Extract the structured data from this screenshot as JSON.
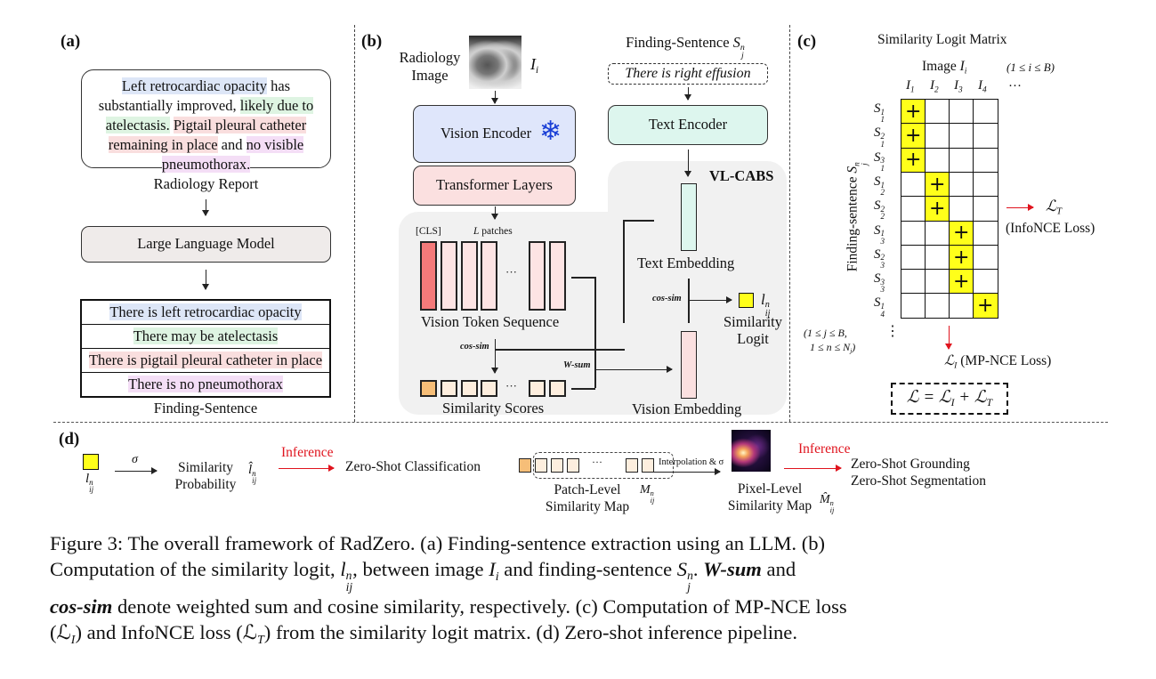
{
  "figure": {
    "number": "Figure 3",
    "panels": {
      "a": {
        "label": "(a)",
        "report_segments": [
          {
            "text": "Left retrocardiac opacity",
            "highlight": "blue"
          },
          {
            "text": " has substantially improved, ",
            "highlight": "none"
          },
          {
            "text": "likely due to atelectasis.",
            "highlight": "green"
          },
          {
            "text": " ",
            "highlight": "none"
          },
          {
            "text": "Pigtail pleural catheter remaining in place",
            "highlight": "red"
          },
          {
            "text": " and ",
            "highlight": "none"
          },
          {
            "text": "no visible pneumothorax.",
            "highlight": "purple"
          }
        ],
        "report_caption": "Radiology Report",
        "llm_label": "Large Language Model",
        "finding_sentences": [
          {
            "text": "There is left retrocardiac opacity",
            "highlight": "blue"
          },
          {
            "text": "There may be atelectasis",
            "highlight": "green"
          },
          {
            "text": "There is pigtail pleural catheter in place",
            "highlight": "red"
          },
          {
            "text": "There is no pneumothorax",
            "highlight": "purple"
          }
        ],
        "finding_caption": "Finding-Sentence"
      },
      "b": {
        "label": "(b)",
        "image_label_line1": "Radiology",
        "image_label_line2": "Image",
        "image_symbol": "I",
        "image_symbol_sub": "i",
        "finding_label": "Finding-Sentence",
        "finding_symbol": "S",
        "finding_symbol_sup": "n",
        "finding_symbol_sub": "j",
        "example_sentence": "There is right effusion",
        "vision_encoder": "Vision Encoder",
        "frozen_icon": "snowflake-icon",
        "transformer_layers": "Transformer Layers",
        "text_encoder": "Text Encoder",
        "module_name": "VL-CABS",
        "cls_label": "[CLS]",
        "patches_label_var": "L",
        "patches_label": "patches",
        "ellipsis": "···",
        "vision_token_sequence": "Vision Token Sequence",
        "cos_sim": "cos-sim",
        "w_sum": "W-sum",
        "similarity_scores": "Similarity Scores",
        "text_embedding": "Text Embedding",
        "vision_embedding": "Vision Embedding",
        "similarity_logit_line1": "Similarity",
        "similarity_logit_line2": "Logit",
        "logit_symbol": "l",
        "logit_sup": "n",
        "logit_sub": "ij"
      },
      "c": {
        "label": "(c)",
        "title": "Similarity Logit Matrix",
        "col_axis_label": "Image",
        "col_axis_symbol": "I",
        "col_axis_sub": "i",
        "col_range": "(1 ≤ i ≤ B)",
        "columns": [
          "1",
          "2",
          "3",
          "4"
        ],
        "col_ellipsis": "···",
        "row_axis_label": "Finding-sentence",
        "row_axis_symbol": "S",
        "row_axis_sup": "n",
        "row_axis_sub": "j",
        "rows": [
          {
            "sub": "1",
            "sup": "1",
            "positive_col": 0
          },
          {
            "sub": "1",
            "sup": "2",
            "positive_col": 0
          },
          {
            "sub": "1",
            "sup": "3",
            "positive_col": 0
          },
          {
            "sub": "2",
            "sup": "1",
            "positive_col": 1
          },
          {
            "sub": "2",
            "sup": "2",
            "positive_col": 1
          },
          {
            "sub": "3",
            "sup": "1",
            "positive_col": 2
          },
          {
            "sub": "3",
            "sup": "2",
            "positive_col": 2
          },
          {
            "sub": "3",
            "sup": "3",
            "positive_col": 2
          },
          {
            "sub": "4",
            "sup": "1",
            "positive_col": 3
          }
        ],
        "positive_mark": "+",
        "row_range_line1": "(1 ≤ j ≤ B,",
        "row_range_line2": "1 ≤ n ≤ N",
        "row_range_line2_sub": "j",
        "row_range_line2_end": ")",
        "row_ellipsis": "⋮",
        "loss_t_symbol": "ℒ",
        "loss_t_sub": "T",
        "loss_t_name": "(InfoNCE Loss)",
        "loss_i_symbol": "ℒ",
        "loss_i_sub": "I",
        "loss_i_name": "(MP-NCE Loss)",
        "total_loss": "ℒ = ℒ",
        "total_loss_sub1": "I",
        "total_loss_plus": " + ℒ",
        "total_loss_sub2": "T"
      },
      "d": {
        "label": "(d)",
        "logit_symbol": "l",
        "logit_sup": "n",
        "logit_sub": "ij",
        "sigma": "σ",
        "prob_line1": "Similarity",
        "prob_line2": "Probability",
        "prob_symbol": "l̂",
        "prob_sup": "n",
        "prob_sub": "ij",
        "inference": "Inference",
        "zero_shot_classification": "Zero-Shot Classification",
        "patch_map_ellipsis": "···",
        "patch_map_line1": "Patch-Level",
        "patch_map_line2": "Similarity Map",
        "patch_map_symbol": "M",
        "patch_map_sup": "n",
        "patch_map_sub": "ij",
        "interp_label": "Interpolation & σ",
        "pixel_map_line1": "Pixel-Level",
        "pixel_map_line2": "Similarity Map",
        "pixel_map_symbol": "M̂",
        "pixel_map_sup": "n",
        "pixel_map_sub": "ij",
        "inference2": "Inference",
        "zero_shot_grounding": "Zero-Shot Grounding",
        "zero_shot_segmentation": "Zero-Shot Segmentation"
      }
    },
    "caption_lines": [
      "Figure 3: The overall framework of RadZero. (a) Finding-sentence extraction using an LLM. (b)",
      "Computation of the similarity logit, ",
      "cos-sim",
      "(ℒ"
    ],
    "caption": {
      "l1": "Figure 3: The overall framework of RadZero. (a) Finding-sentence extraction using an LLM. (b)",
      "l2a": "Computation of the similarity logit, ",
      "l2_logit": "l",
      "l2_logit_sup": "n",
      "l2_logit_sub": "ij",
      "l2b": ", between image ",
      "l2_img": "I",
      "l2_img_sub": "i",
      "l2c": " and finding-sentence ",
      "l2_s": "S",
      "l2_s_sup": "n",
      "l2_s_sub": "j",
      "l2d": ". ",
      "l2_wsum": "W-sum",
      "l2e": " and",
      "l3_cossim": "cos-sim",
      "l3": " denote weighted sum and cosine similarity, respectively. (c) Computation of MP-NCE loss",
      "l4a": "(ℒ",
      "l4_sub1": "I",
      "l4b": ") and InfoNCE loss (ℒ",
      "l4_sub2": "T",
      "l4c": ") from the similarity logit matrix. (d) Zero-shot inference pipeline."
    },
    "colors": {
      "highlight_blue": "#dde6f7",
      "highlight_green": "#def4e2",
      "highlight_red": "#f9dede",
      "highlight_purple": "#f4def6",
      "vision_encoder": "#dfe6fb",
      "transformer": "#fbe0e0",
      "text_encoder": "#ddf6ee",
      "vl_cabs_bg": "#f1f1f1",
      "cls_token": "#f47a7a",
      "patch_token": "#fde4e4",
      "score_first": "#f6be78",
      "score_other": "#fdeede",
      "positive_cell": "#ffff1a",
      "snowflake": "#1a3fd6",
      "inference_red": "#e0141e"
    }
  }
}
